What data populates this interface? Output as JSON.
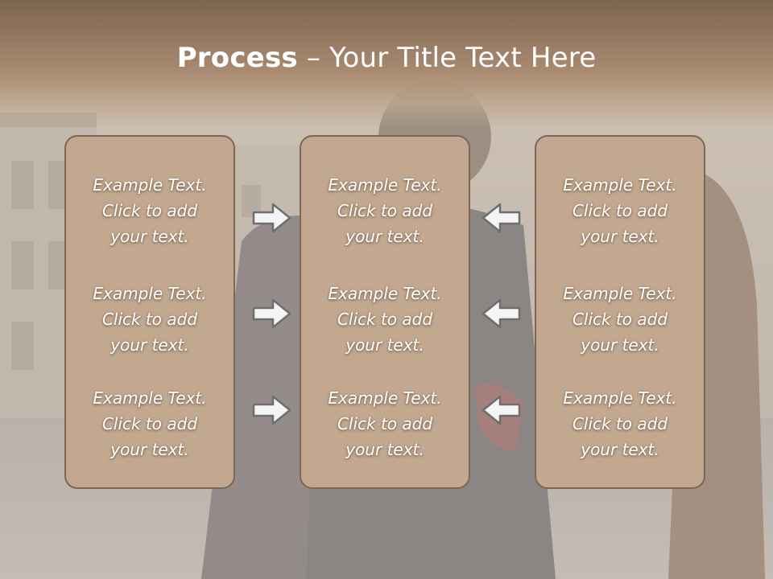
{
  "title": {
    "bold": "Process",
    "rest": " – Your Title Text Here"
  },
  "columns": [
    {
      "items": [
        [
          "Example Text.",
          "Click  to add",
          "your text."
        ],
        [
          "Example Text.",
          "Click  to add",
          "your text."
        ],
        [
          "Example Text.",
          "Click  to add",
          "your text."
        ]
      ]
    },
    {
      "items": [
        [
          "Example Text.",
          "Click  to add",
          "your text."
        ],
        [
          "Example Text.",
          "Click  to add",
          "your text."
        ],
        [
          "Example Text.",
          "Click  to add",
          "your text."
        ]
      ]
    },
    {
      "items": [
        [
          "Example Text.",
          "Click  to add",
          "your text."
        ],
        [
          "Example Text.",
          "Click  to add",
          "your text."
        ],
        [
          "Example Text.",
          "Click  to add",
          "your text."
        ]
      ]
    }
  ],
  "colors": {
    "box_fill": "#c2a88f",
    "box_border": "#7d6654",
    "title_band": "#8f7560",
    "arrow_fill": "#f4f4f4",
    "arrow_stroke": "#6e6e6e"
  },
  "icons": [
    "arrow-right-icon",
    "arrow-left-icon"
  ]
}
